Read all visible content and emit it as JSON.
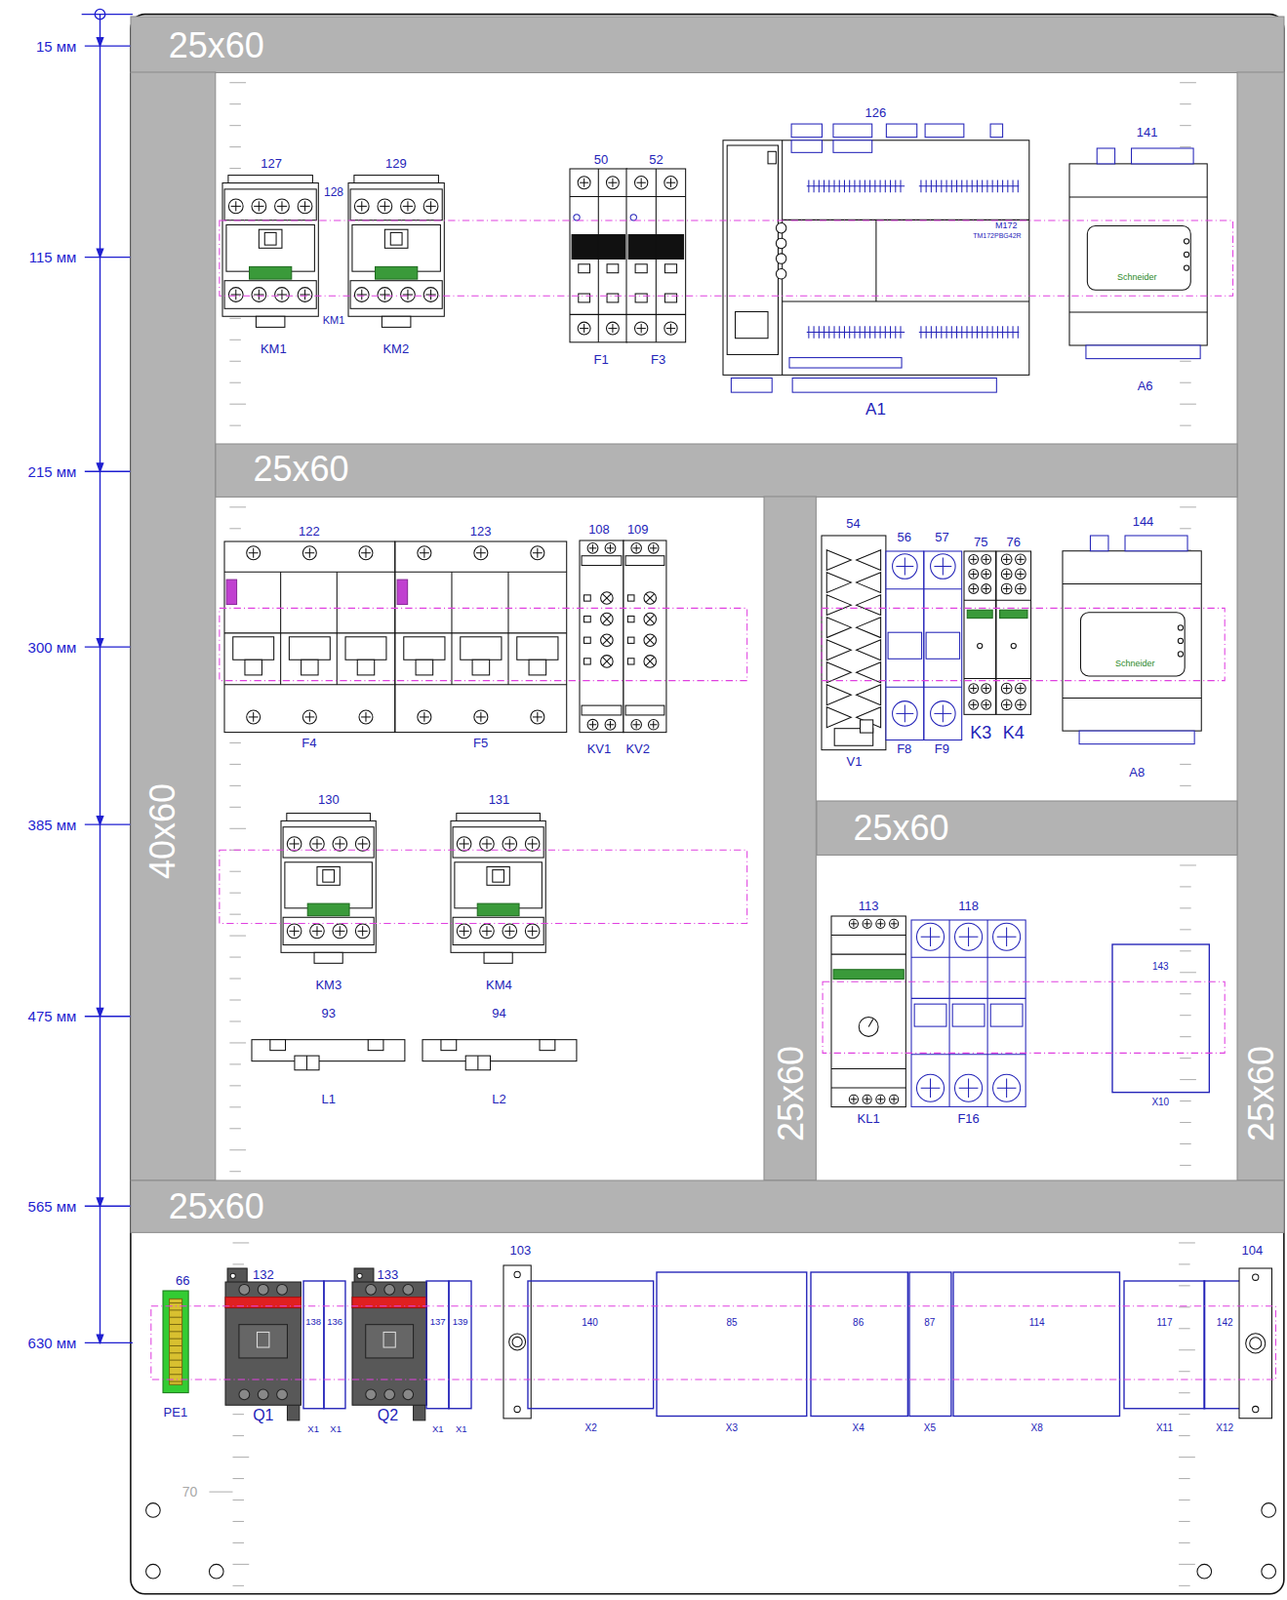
{
  "diagram": {
    "nodes": [
      {
        "text": [
          "25x60"
        ]
      },
      {
        "text": [
          "40x60"
        ]
      },
      {
        "text": [
          "25x60"
        ]
      },
      {
        "text": [
          "127",
          "KM1"
        ]
      },
      {
        "text": [
          "129",
          "KM2"
        ]
      },
      {
        "text": [
          "50",
          "F1"
        ]
      },
      {
        "text": [
          "52",
          "F3"
        ]
      },
      {
        "text": [
          "126",
          "A1",
          "M172",
          "TM172PBG42R"
        ]
      },
      {
        "text": [
          "141",
          "A6",
          "Schneider"
        ]
      },
      {
        "text": [
          "25x60"
        ]
      },
      {
        "text": [
          "122",
          "F4"
        ]
      },
      {
        "text": [
          "123",
          "F5"
        ]
      },
      {
        "text": [
          "108",
          "KV1"
        ]
      },
      {
        "text": [
          "109",
          "KV2"
        ]
      },
      {
        "text": [
          "25x60"
        ]
      },
      {
        "text": [
          "54",
          "V1"
        ]
      },
      {
        "text": [
          "56",
          "F8"
        ]
      },
      {
        "text": [
          "57",
          "F9"
        ]
      },
      {
        "text": [
          "75",
          "K3"
        ]
      },
      {
        "text": [
          "76",
          "K4"
        ]
      },
      {
        "text": [
          "144",
          "A8",
          "Schneider"
        ]
      },
      {
        "text": [
          "130",
          "KM3"
        ]
      },
      {
        "text": [
          "131",
          "KM4"
        ]
      },
      {
        "text": [
          "25x60"
        ]
      },
      {
        "text": [
          "93",
          "L1"
        ]
      },
      {
        "text": [
          "94",
          "L2"
        ]
      },
      {
        "text": [
          "113",
          "KL1"
        ]
      },
      {
        "text": [
          "118",
          "F16"
        ]
      },
      {
        "text": [
          "143",
          "X10"
        ]
      },
      {
        "text": [
          "25x60"
        ]
      },
      {
        "text": [
          "66",
          "PE1"
        ]
      },
      {
        "text": [
          "132",
          "Q1"
        ]
      },
      {
        "text": [
          "138",
          "X1"
        ]
      },
      {
        "text": [
          "136",
          "X1"
        ]
      },
      {
        "text": [
          "133",
          "Q2"
        ]
      },
      {
        "text": [
          "137",
          "X1"
        ]
      },
      {
        "text": [
          "139",
          "X1"
        ]
      },
      {
        "text": [
          "103"
        ]
      },
      {
        "text": [
          "140",
          "X2"
        ]
      },
      {
        "text": [
          "85",
          "X3"
        ]
      },
      {
        "text": [
          "86",
          "X4"
        ]
      },
      {
        "text": [
          "87",
          "X5"
        ]
      },
      {
        "text": [
          "114",
          "X8"
        ]
      },
      {
        "text": [
          "117",
          "X11"
        ]
      },
      {
        "text": [
          "142",
          "X12"
        ]
      },
      {
        "text": [
          "104"
        ]
      }
    ],
    "labels": [
      "15 мм",
      "115 мм",
      "215 мм",
      "300 мм",
      "385 мм",
      "475 мм",
      "565 мм",
      "630 мм",
      "128",
      "KM1",
      "70"
    ]
  }
}
